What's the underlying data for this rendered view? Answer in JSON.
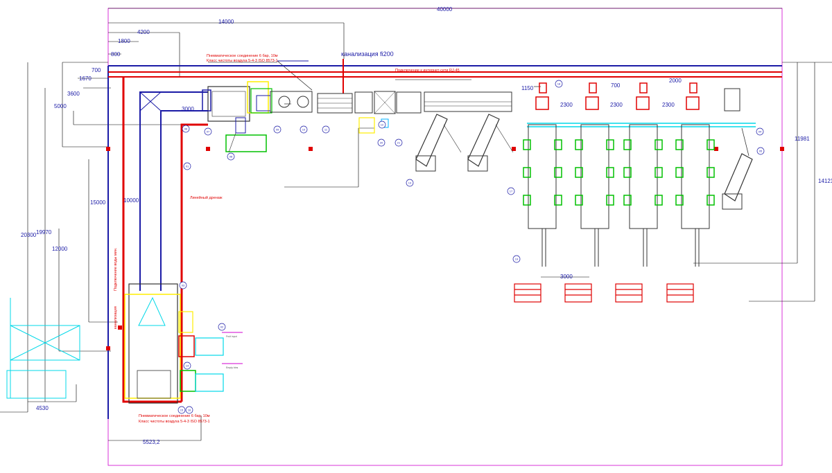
{
  "dimensions": {
    "d40000": "40000",
    "d14000": "14000",
    "d4200": "4200",
    "d1800": "1800",
    "d800": "800",
    "d700": "700",
    "d1670": "1670",
    "d3600": "3600",
    "d5000": "5000",
    "d3000_top": "3000",
    "d15000": "15000",
    "d10000": "10000",
    "d12000": "12000",
    "d19970": "19970",
    "d20300": "20300",
    "d4530": "4530",
    "d5523": "5523,2",
    "d1150": "1150",
    "d700b": "700",
    "d2000": "2000",
    "d2300a": "2300",
    "d2300b": "2300",
    "d2300c": "2300",
    "d11981": "11981",
    "d14121": "14121",
    "d3000_bottom": "3000"
  },
  "labels": {
    "pneumo_top_1": "Пневматическое соединение 6 бар, 10м",
    "pneumo_top_2": "Класс чистоты воздуха 5-4-3 ISO 8573-1",
    "sewer_top": "канализация fi200",
    "internet": "Подключение к интернет-сети RJ-45",
    "drain": "Линейный дренаж",
    "water_vertical": "Подключение воды мин.",
    "sewer_vertical": "канализация",
    "pneumo_bottom_1": "Пневматическое соединение 6 бар, 10м",
    "pneumo_bottom_2": "Класс чистоты воздуха 5-4-3 ISO 8573-1",
    "small_arrow_1": "Fruit input",
    "small_arrow_2": "Empty bins"
  },
  "callouts": [
    "06",
    "07",
    "08",
    "09",
    "10",
    "11",
    "12",
    "20",
    "21",
    "13",
    "18",
    "01",
    "03",
    "02",
    "14",
    "15",
    "16",
    "17",
    "19",
    "04",
    "05"
  ],
  "colors": {
    "red": "#e00000",
    "blue": "#1a1aa6",
    "cyan": "#00d8e8",
    "green": "#00c000",
    "yellow": "#ffee00",
    "magenta": "#d000d0",
    "black": "#000000"
  }
}
